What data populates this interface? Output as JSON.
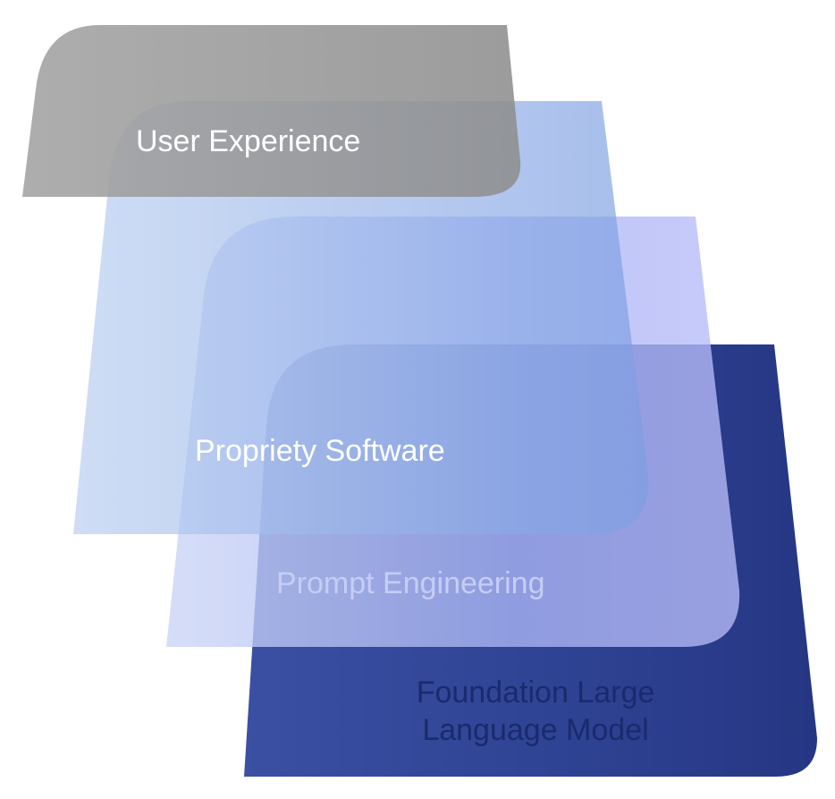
{
  "diagram": {
    "layers": [
      {
        "id": "user-experience",
        "label": "User Experience",
        "color": "#9a9a9a",
        "text_color": "#ffffff"
      },
      {
        "id": "propriety-software",
        "label": "Propriety Software",
        "color": "#8fb0ea",
        "text_color": "#ffffff"
      },
      {
        "id": "prompt-engineering",
        "label": "Prompt Engineering",
        "color": "#a3aef2",
        "text_color": "#c6cdf6"
      },
      {
        "id": "foundation-llm",
        "label_lines": [
          "Foundation Large",
          "Language Model"
        ],
        "color": "#2c3d8c",
        "text_color": "#1a2a6e"
      }
    ]
  }
}
